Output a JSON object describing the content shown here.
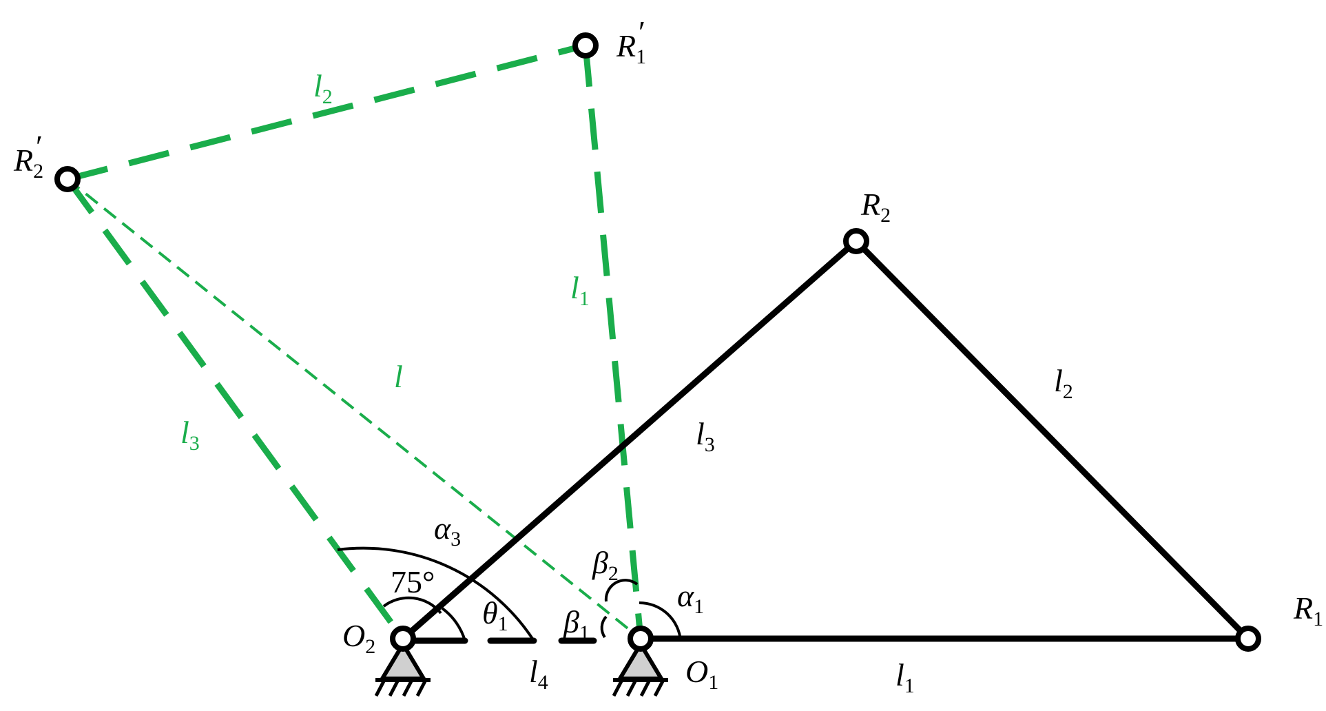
{
  "diagram": {
    "labels": {
      "R1_prime": {
        "main": "R",
        "sub": "1",
        "mark": "′"
      },
      "R2_prime": {
        "main": "R",
        "sub": "2",
        "mark": "′"
      },
      "R2": {
        "main": "R",
        "sub": "2"
      },
      "R1": {
        "main": "R",
        "sub": "1"
      },
      "O2": {
        "main": "O",
        "sub": "2"
      },
      "O1": {
        "main": "O",
        "sub": "1"
      },
      "l2_green": {
        "main": "l",
        "sub": "2"
      },
      "l1_green": {
        "main": "l",
        "sub": "1"
      },
      "l_green": {
        "main": "l"
      },
      "l3_green": {
        "main": "l",
        "sub": "3"
      },
      "l3_black": {
        "main": "l",
        "sub": "3"
      },
      "l2_black": {
        "main": "l",
        "sub": "2"
      },
      "l1_black": {
        "main": "l",
        "sub": "1"
      },
      "l4_black": {
        "main": "l",
        "sub": "4"
      },
      "alpha3": {
        "main": "α",
        "sub": "3"
      },
      "alpha1": {
        "main": "α",
        "sub": "1"
      },
      "beta2": {
        "main": "β",
        "sub": "2"
      },
      "beta1": {
        "main": "β",
        "sub": "1"
      },
      "theta1": {
        "main": "θ",
        "sub": "1"
      },
      "angle75": "75°"
    },
    "colors": {
      "green_configuration": "#1aad4b",
      "black_configuration": "#000000",
      "ground_fill": "#d0d0d0"
    }
  }
}
